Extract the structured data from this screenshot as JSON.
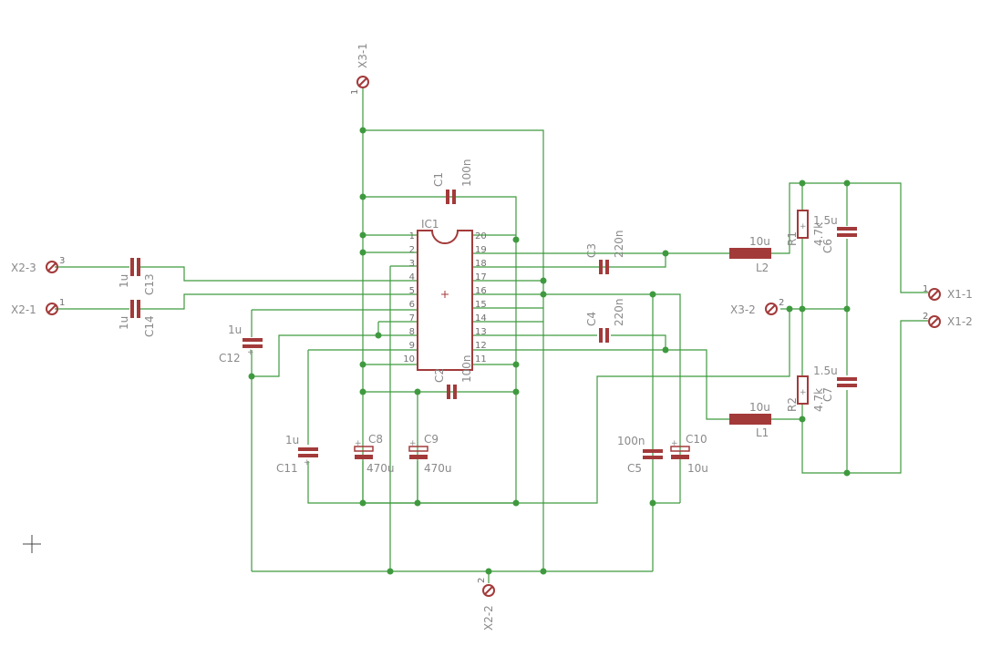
{
  "schematic": {
    "ic": {
      "name": "IC1",
      "left_pins": [
        "1",
        "2",
        "3",
        "4",
        "5",
        "6",
        "7",
        "8",
        "9",
        "10"
      ],
      "right_pins": [
        "20",
        "19",
        "18",
        "17",
        "16",
        "15",
        "14",
        "13",
        "12",
        "11"
      ]
    },
    "connectors": {
      "x3_1": {
        "name": "X3-1",
        "pin": "1"
      },
      "x2_2": {
        "name": "X2-2",
        "pin": "2"
      },
      "x2_3": {
        "name": "X2-3",
        "pin": "3"
      },
      "x2_1": {
        "name": "X2-1",
        "pin": "1"
      },
      "x3_2": {
        "name": "X3-2",
        "pin": "2"
      },
      "x1_1": {
        "name": "X1-1",
        "pin": "1"
      },
      "x1_2": {
        "name": "X1-2",
        "pin": "2"
      }
    },
    "caps": {
      "c1": {
        "name": "C1",
        "value": "100n"
      },
      "c2": {
        "name": "C2",
        "value": "100n"
      },
      "c3": {
        "name": "C3",
        "value": "220n"
      },
      "c4": {
        "name": "C4",
        "value": "220n"
      },
      "c5": {
        "name": "C5",
        "value": "100n"
      },
      "c6": {
        "name": "C6",
        "value": "1.5u"
      },
      "c7": {
        "name": "C7",
        "value": "1.5u"
      },
      "c8": {
        "name": "C8",
        "value": "470u"
      },
      "c9": {
        "name": "C9",
        "value": "470u"
      },
      "c10": {
        "name": "C10",
        "value": "10u"
      },
      "c11": {
        "name": "C11",
        "value": "1u"
      },
      "c12": {
        "name": "C12",
        "value": "1u"
      },
      "c13": {
        "name": "C13",
        "value": "1u"
      },
      "c14": {
        "name": "C14",
        "value": "1u"
      }
    },
    "inductors": {
      "l1": {
        "name": "L1",
        "value": "10u"
      },
      "l2": {
        "name": "L2",
        "value": "10u"
      }
    },
    "resistors": {
      "r1": {
        "name": "R1",
        "value": "4.7k"
      },
      "r2": {
        "name": "R2",
        "value": "4.7k"
      }
    },
    "polarity_mark": "+"
  },
  "colors": {
    "wire": "#3f9a3f",
    "part": "#a33a3a",
    "label": "#8a8a8a"
  }
}
